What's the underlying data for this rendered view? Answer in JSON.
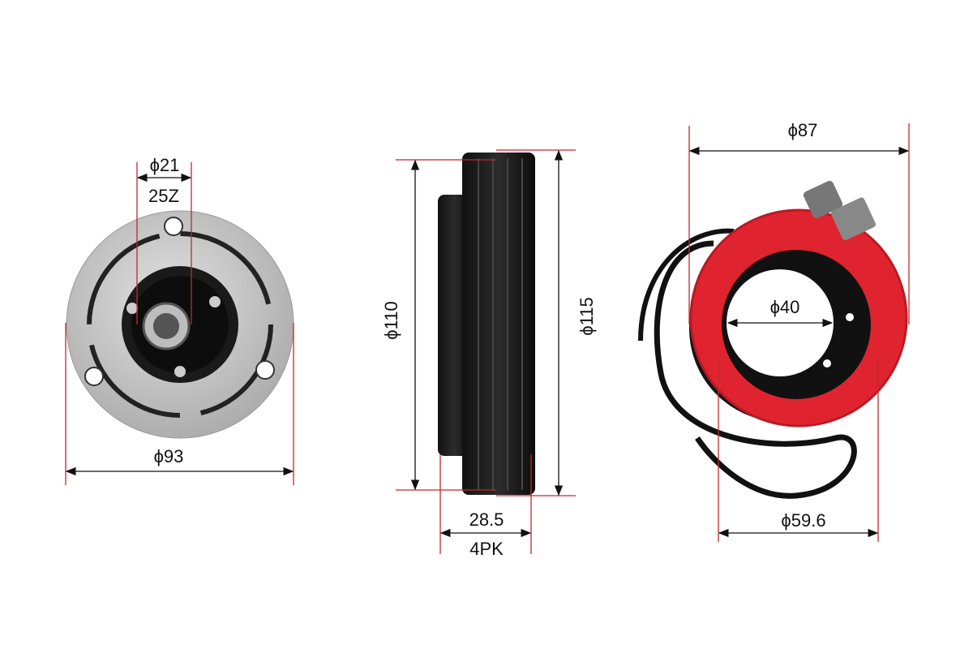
{
  "clutch_plate": {
    "bore_diameter": "ϕ21",
    "spline": "25Z",
    "outer_diameter": "ϕ93"
  },
  "pulley": {
    "diameter_inner": "ϕ110",
    "diameter_outer": "ϕ115",
    "width": "28.5",
    "belt_type": "4PK"
  },
  "coil": {
    "outer_diameter": "ϕ87",
    "inner_diameter": "ϕ40",
    "ring_diameter": "ϕ59.6"
  },
  "colors": {
    "dimension_line": "#c0282d",
    "coil_red": "#e0242f",
    "metal": "#c9c9c9"
  }
}
